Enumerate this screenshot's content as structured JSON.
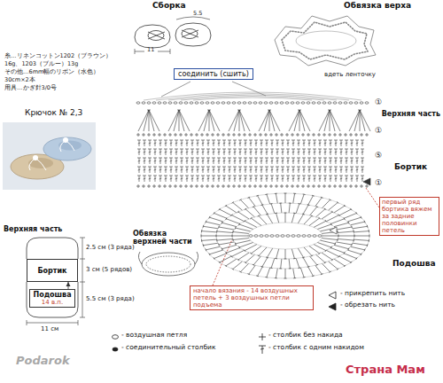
{
  "diagram": {
    "nodes": [
      {
        "text": [
          "соединить (сшить)"
        ]
      },
      {
        "text": [
          "первый ряд бортика вяжем за задние половинки петель"
        ]
      },
      {
        "text": [
          "начало вязания - 14 воздушных петель + 3 воздушных петли подъема"
        ]
      },
      {
        "text": [
          "Бортик"
        ]
      },
      {
        "text": [
          "Подошва",
          "14 в.п."
        ]
      }
    ],
    "edges": [
      {
        "from": 4,
        "to": 3,
        "arrow": "to"
      }
    ],
    "labels": [
      "糸…リネンコットン1202（ブラウン）",
      "16g、1203（ブルー）13g",
      "その他…6mm幅のリボン（水色）",
      "30cm×2本",
      "用具…かぎ針3/0号",
      "Крючок № 2,3",
      "Сборка",
      "5.5",
      "11",
      "Обвязка верха",
      "вдеть ленточку",
      "Верхняя часть",
      "①",
      "①",
      "⑤",
      "Бортик",
      "①",
      "Подошва",
      "Верхняя часть",
      "2.5 см (3 ряда)",
      "3 см (5 рядов)",
      "5.5 см (3 ряда)",
      "11 см",
      "Обвязка верхней части",
      "Podarok",
      "Страна Мам"
    ],
    "legend": [
      {
        "text": "- воздушная петля"
      },
      {
        "text": "- соединительный столбик"
      },
      {
        "text": "- столбик без накида"
      },
      {
        "text": "- столбик с одним накидом"
      },
      {
        "text": "- прикрепить нить"
      },
      {
        "text": "- обрезать нить"
      }
    ]
  }
}
